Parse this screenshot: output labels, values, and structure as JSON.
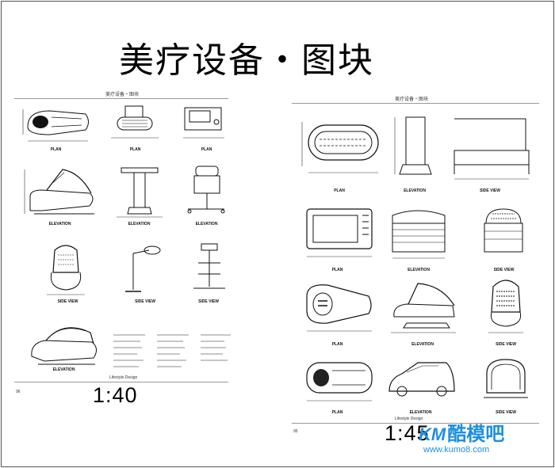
{
  "title": "美疗设备・图块",
  "left_sheet": {
    "header": "美疗设备・图块",
    "scale": "1:40",
    "page_number": "96",
    "footer_label": "Lifestyle Design",
    "views": {
      "plan": "PLAN",
      "elevation": "ELEVATION",
      "side": "SIDE VIEW"
    }
  },
  "right_sheet": {
    "header": "美疗设备・图块",
    "scale": "1:45",
    "page_number": "95",
    "footer_label": "Lifestyle Design",
    "views": {
      "plan": "PLAN",
      "elevation": "ELEVATION",
      "side": "SIDE VIEW"
    }
  },
  "watermark": {
    "logo": "KM",
    "name": "酷模吧",
    "url": "www.kumo8.com"
  }
}
